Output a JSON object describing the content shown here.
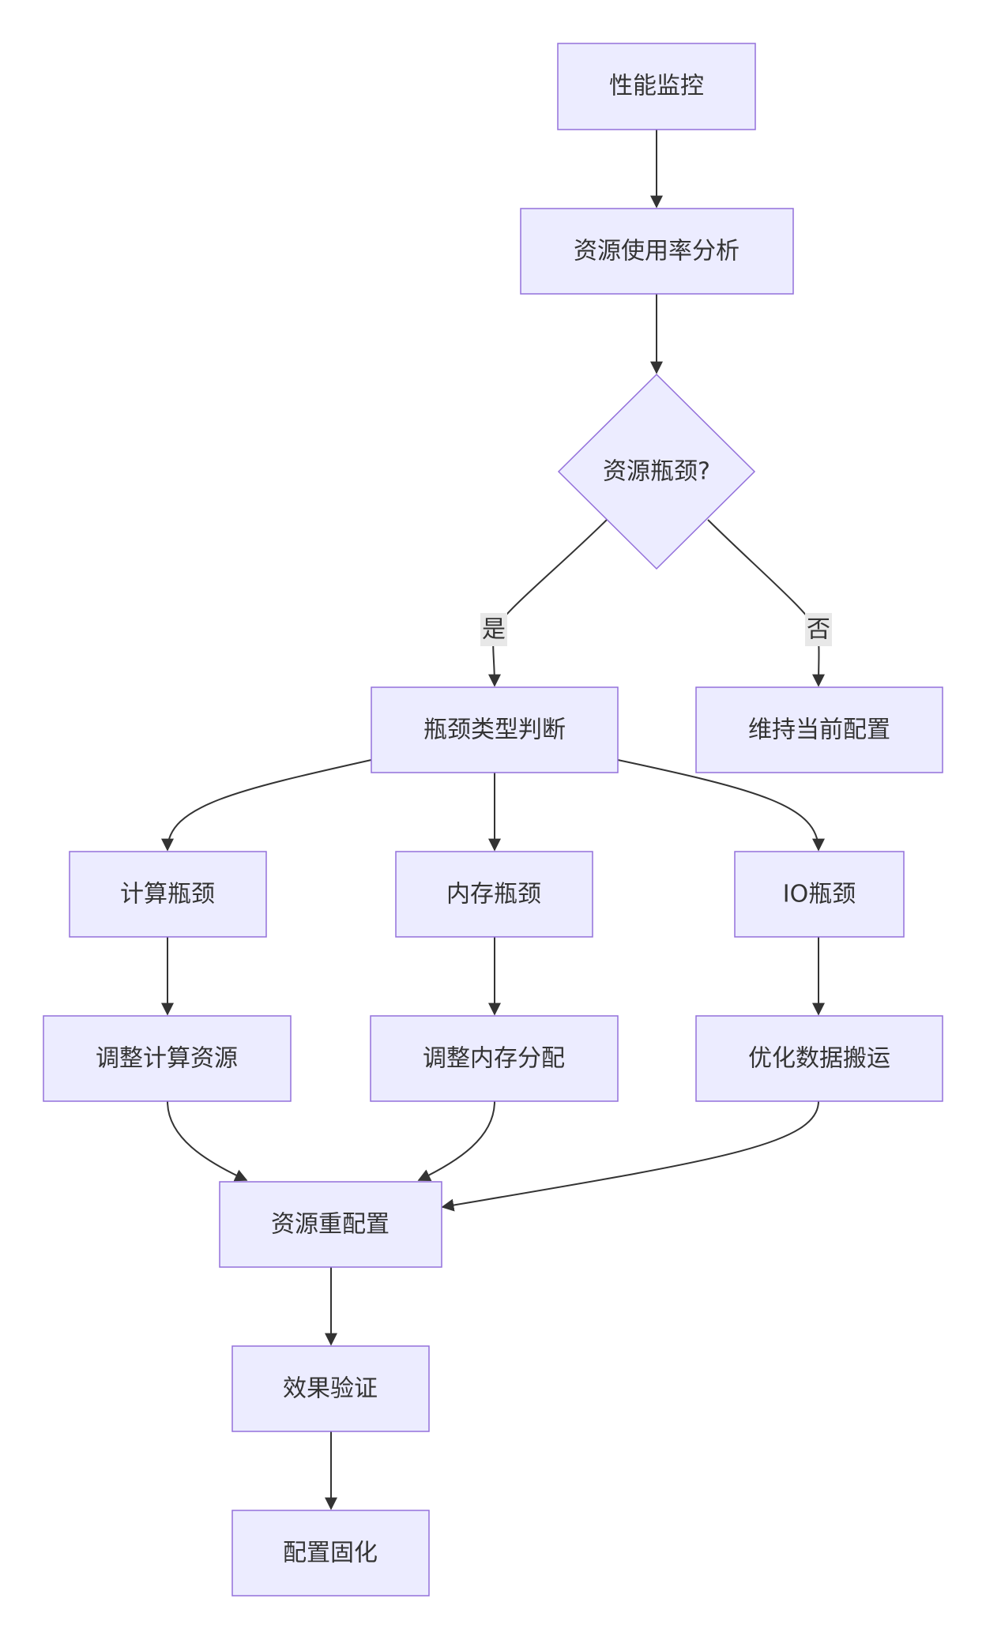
{
  "diagram": {
    "nodes": {
      "perf_monitor": "性能监控",
      "usage_analysis": "资源使用率分析",
      "bottleneck_q": "资源瓶颈?",
      "type_judge": "瓶颈类型判断",
      "keep_config": "维持当前配置",
      "compute_bn": "计算瓶颈",
      "memory_bn": "内存瓶颈",
      "io_bn": "IO瓶颈",
      "adjust_compute": "调整计算资源",
      "adjust_memory": "调整内存分配",
      "optimize_io": "优化数据搬运",
      "reconfig": "资源重配置",
      "verify": "效果验证",
      "finalize": "配置固化"
    },
    "edge_labels": {
      "yes": "是",
      "no": "否"
    },
    "colors": {
      "node_fill": "#ECECFF",
      "node_stroke": "#9370DB",
      "edge": "#333333",
      "edge_label_bg": "#e8e8e8"
    }
  }
}
